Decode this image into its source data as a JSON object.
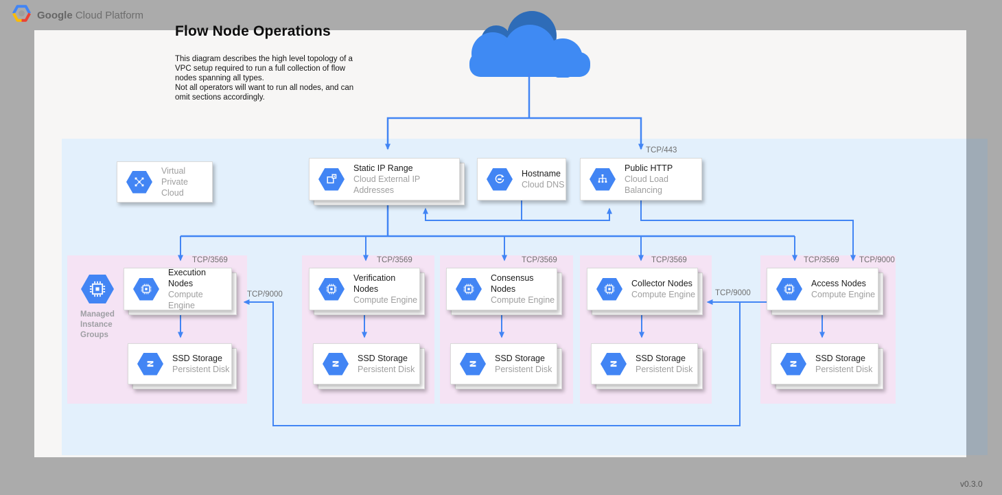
{
  "brand": {
    "name_bold": "Google",
    "name_rest": "Cloud Platform"
  },
  "doc": {
    "title": "Flow Node Operations",
    "description_lines": [
      "This diagram describes the high level topology of a",
      "VPC setup required to run a full collection of flow",
      "nodes spanning all types.",
      "Not all operators will want to run all nodes, and can",
      "omit sections accordingly."
    ]
  },
  "version": "v0.3.0",
  "colors": {
    "accent_blue": "#4285f4",
    "cloud_dark": "#2e6cb8",
    "cloud_light": "#3f8af3",
    "vpc_fill": "#e3f0fc",
    "group_fill": "#f5e3f4",
    "hexagon": "#4285f4"
  },
  "vpc_card": {
    "title": "Virtual",
    "subtitle": "Private Cloud",
    "icon": "vpc-icon"
  },
  "top_cards": {
    "static_ip": {
      "title": "Static IP Range",
      "subtitle": "Cloud External IP Addresses",
      "icon": "external-ip-icon"
    },
    "hostname": {
      "title": "Hostname",
      "subtitle": "Cloud DNS",
      "icon": "cloud-dns-icon"
    },
    "public_http": {
      "title": "Public HTTP",
      "subtitle": "Cloud Load Balancing",
      "icon": "load-balancing-icon"
    }
  },
  "mig": {
    "lines": [
      "Managed",
      "Instance",
      "Groups"
    ],
    "icon": "compute-engine-icon"
  },
  "groups": [
    {
      "node_title": "Execution Nodes",
      "node_subtitle": "Compute Engine",
      "ssd_title": "SSD Storage",
      "ssd_subtitle": "Persistent Disk"
    },
    {
      "node_title": "Verification Nodes",
      "node_subtitle": "Compute Engine",
      "ssd_title": "SSD Storage",
      "ssd_subtitle": "Persistent Disk"
    },
    {
      "node_title": "Consensus Nodes",
      "node_subtitle": "Compute Engine",
      "ssd_title": "SSD Storage",
      "ssd_subtitle": "Persistent Disk"
    },
    {
      "node_title": "Collector Nodes",
      "node_subtitle": "Compute Engine",
      "ssd_title": "SSD Storage",
      "ssd_subtitle": "Persistent Disk"
    },
    {
      "node_title": "Access Nodes",
      "node_subtitle": "Compute Engine",
      "ssd_title": "SSD Storage",
      "ssd_subtitle": "Persistent Disk"
    }
  ],
  "edge_labels": {
    "tcp443": "TCP/443",
    "tcp3569": "TCP/3569",
    "tcp9000": "TCP/9000"
  }
}
